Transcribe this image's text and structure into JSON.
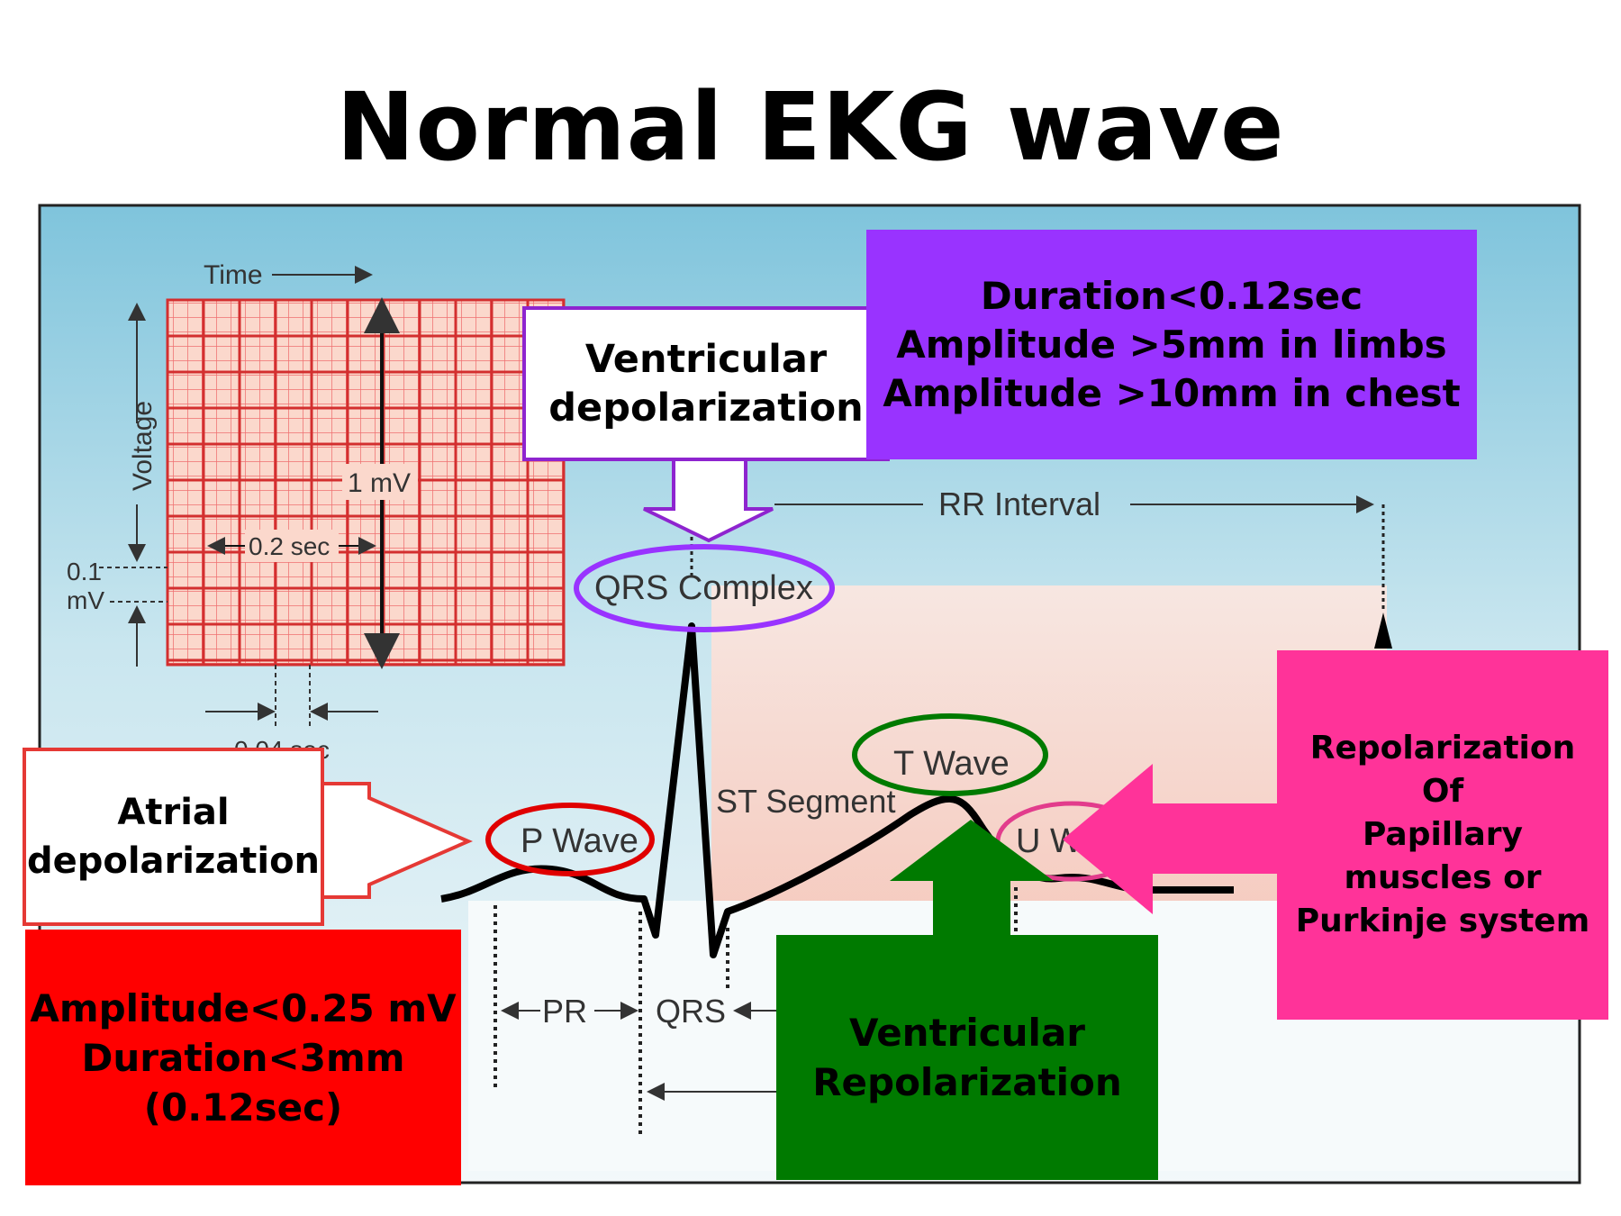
{
  "title": "Normal EKG wave",
  "grid": {
    "time_label": "Time",
    "voltage_label": "Voltage",
    "mv_label": "1 mV",
    "sec_label": "0.2 sec",
    "small_mv_label_1": "0.1",
    "small_mv_label_2": "mV",
    "small_sec_label": "0.04 sec"
  },
  "waveform": {
    "rr_interval": "RR Interval",
    "qrs_complex": "QRS Complex",
    "st_segment": "ST Segment",
    "t_wave": "T Wave",
    "p_wave": "P Wave",
    "u_wave": "U Wave",
    "pr": "PR",
    "qrs": "QRS"
  },
  "callouts": {
    "ventricular_depolarization": [
      "Ventricular",
      "depolarization"
    ],
    "qrs_criteria": [
      "Duration<0.12sec",
      "Amplitude >5mm in limbs",
      "Amplitude >10mm in chest"
    ],
    "atrial_depolarization": [
      "Atrial",
      "depolarization"
    ],
    "p_criteria": [
      "Amplitude<0.25 mV",
      "Duration<3mm",
      "(0.12sec)"
    ],
    "ventricular_repolarization": [
      "Ventricular",
      "Repolarization"
    ],
    "u_criteria": [
      "Repolarization",
      "Of",
      "Papillary",
      "muscles or",
      "Purkinje system"
    ]
  },
  "colors": {
    "purple": "#9933ff",
    "red": "#ff0000",
    "green": "#007a00",
    "pink": "#ff3399",
    "grid_red": "#e53935"
  }
}
